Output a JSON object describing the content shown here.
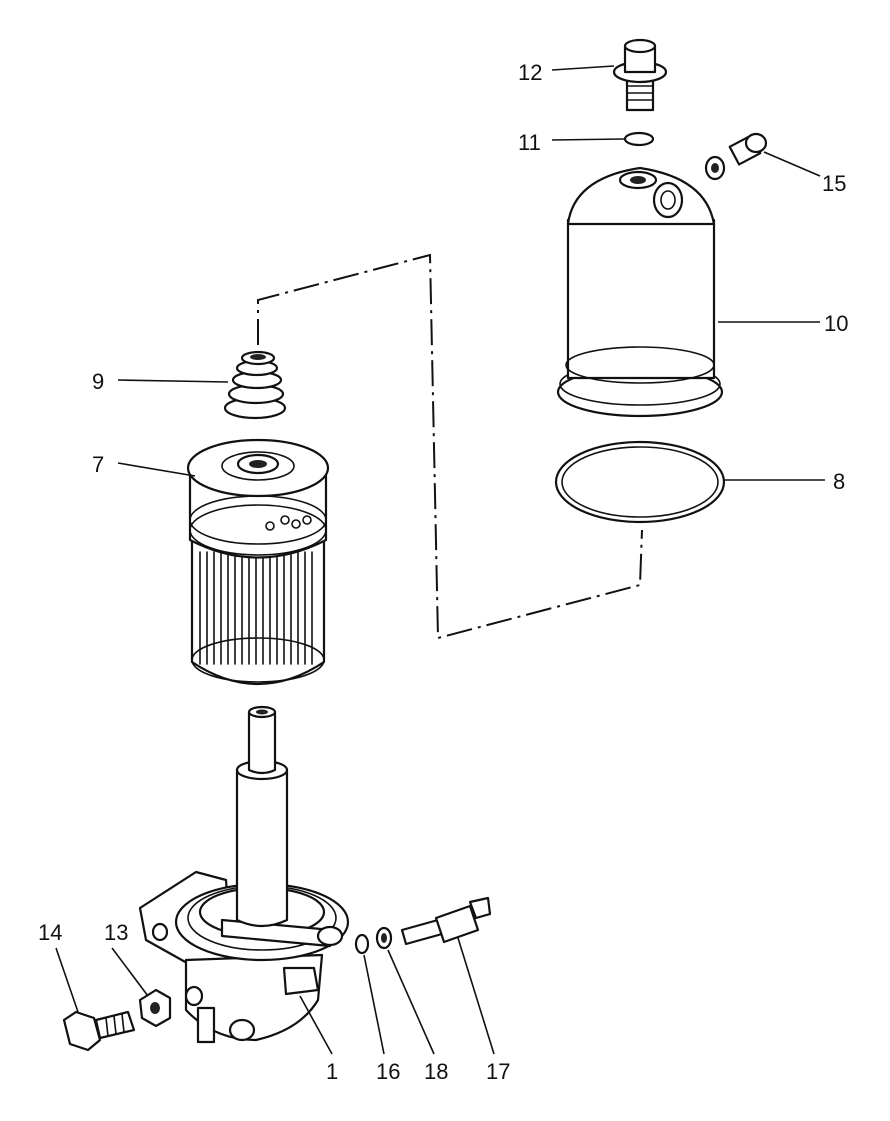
{
  "callouts": {
    "c1": "1",
    "c7": "7",
    "c8": "8",
    "c9": "9",
    "c10": "10",
    "c11": "11",
    "c12": "12",
    "c13": "13",
    "c14": "14",
    "c15": "15",
    "c16": "16",
    "c17": "17",
    "c18": "18"
  }
}
